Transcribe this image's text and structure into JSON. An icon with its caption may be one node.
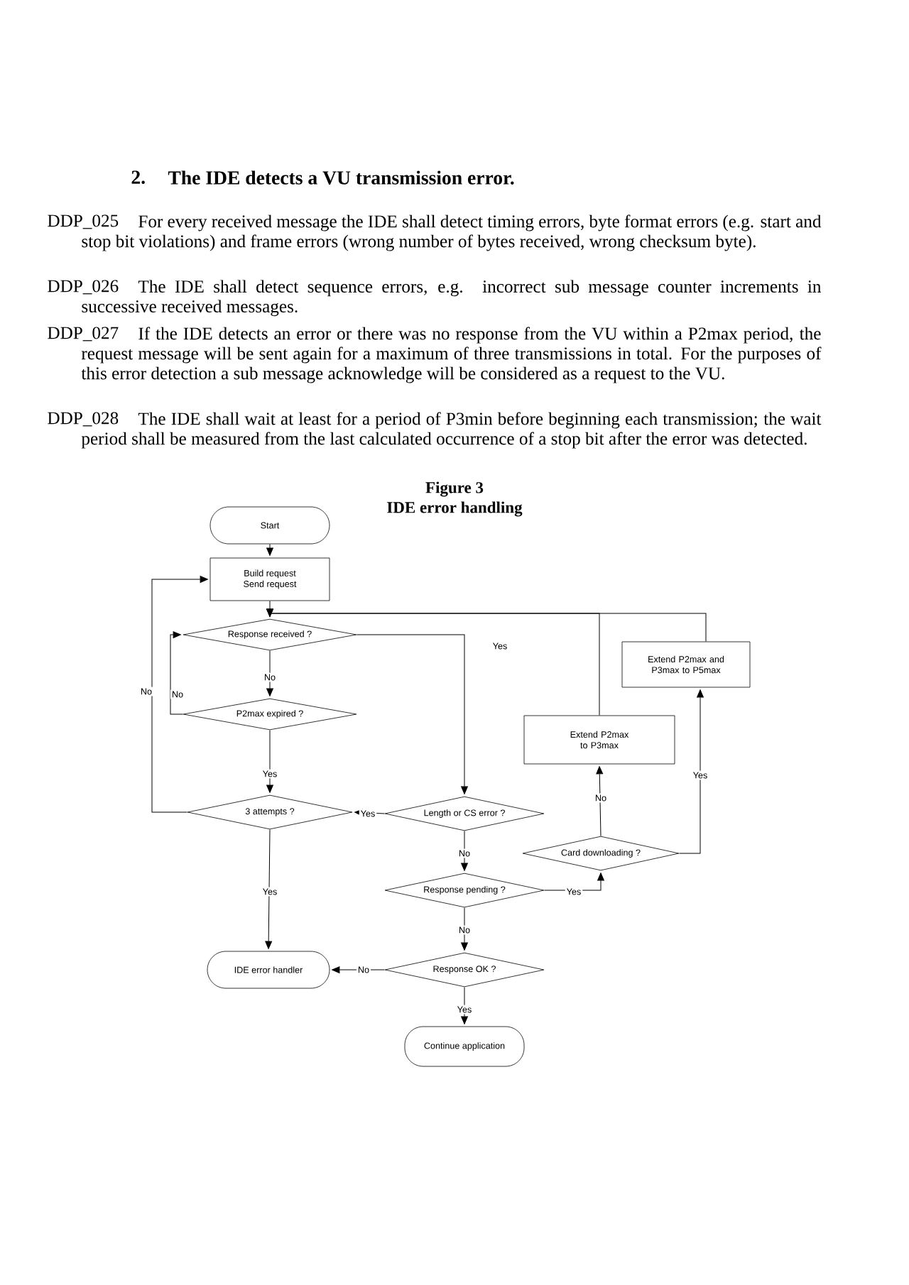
{
  "diagram": {
    "nodes": [
      {
        "text": [
          "Start"
        ]
      },
      {
        "text": [
          "Build request",
          "Send request"
        ]
      },
      {
        "text": [
          "Response received ?"
        ]
      },
      {
        "text": [
          "P2max expired ?"
        ]
      },
      {
        "text": [
          "3 attempts ?"
        ]
      },
      {
        "text": [
          "Length or CS error ?"
        ]
      },
      {
        "text": [
          "Response pending ?"
        ]
      },
      {
        "text": [
          "IDE error handler"
        ]
      },
      {
        "text": [
          "Response OK ?"
        ]
      },
      {
        "text": [
          "Continue application"
        ]
      },
      {
        "text": [
          "Extend P2max to P3max"
        ]
      },
      {
        "text": [
          "Extend P2max and P3max to P5max"
        ]
      },
      {
        "text": [
          "Card downloading ?"
        ]
      }
    ],
    "edges": [
      {
        "from": 0,
        "to": 1,
        "arrow": "to"
      },
      {
        "from": 1,
        "to": 2,
        "arrow": "to"
      },
      {
        "from": 10,
        "to": 2,
        "arrow": "to"
      },
      {
        "from": 11,
        "to": 2,
        "arrow": "to"
      },
      {
        "from": 2,
        "to": 5,
        "arrow": "to",
        "label": "Yes"
      },
      {
        "from": 2,
        "to": 3,
        "arrow": "to",
        "label": "No"
      },
      {
        "from": 3,
        "to": 2,
        "arrow": "to",
        "label": "No"
      },
      {
        "from": 3,
        "to": 4,
        "arrow": "to",
        "label": "Yes"
      },
      {
        "from": 4,
        "to": 1,
        "arrow": "to",
        "label": "No"
      },
      {
        "from": 4,
        "to": 7,
        "arrow": "to",
        "label": "Yes"
      },
      {
        "from": 5,
        "to": 4,
        "arrow": "to",
        "label": "Yes"
      },
      {
        "from": 5,
        "to": 6,
        "arrow": "to",
        "label": "No"
      },
      {
        "from": 6,
        "to": 8,
        "arrow": "to",
        "label": "No"
      },
      {
        "from": 6,
        "to": 12,
        "arrow": "to",
        "label": "Yes"
      },
      {
        "from": 12,
        "to": 10,
        "arrow": "to",
        "label": "No"
      },
      {
        "from": 12,
        "to": 11,
        "arrow": "to",
        "label": "Yes"
      },
      {
        "from": 8,
        "to": 7,
        "arrow": "to",
        "label": "No"
      },
      {
        "from": 8,
        "to": 9,
        "arrow": "to",
        "label": "Yes"
      }
    ],
    "labels": [
      "2.",
      "The IDE detects a VU transmission error.",
      "DDP_025",
      "For every received message the IDE shall detect timing errors, byte format errors (e.g. start and stop bit violations) and frame errors (wrong number of bytes received, wrong checksum byte).",
      "DDP_026",
      "The IDE shall detect sequence errors, e.g. incorrect sub message counter increments in successive received messages.",
      "DDP_027",
      "If the IDE detects an error or there was no response from the VU within a P2max period, the request message will be sent again for a maximum of three transmissions in total. For the purposes of this error detection a sub message acknowledge will be considered as a request to the VU.",
      "DDP_028",
      "The IDE shall wait at least for a period of P3min before beginning each transmission; the wait period shall be measured from the last calculated occurrence of a stop bit after the error was detected.",
      "Figure 3",
      "IDE error handling"
    ]
  }
}
